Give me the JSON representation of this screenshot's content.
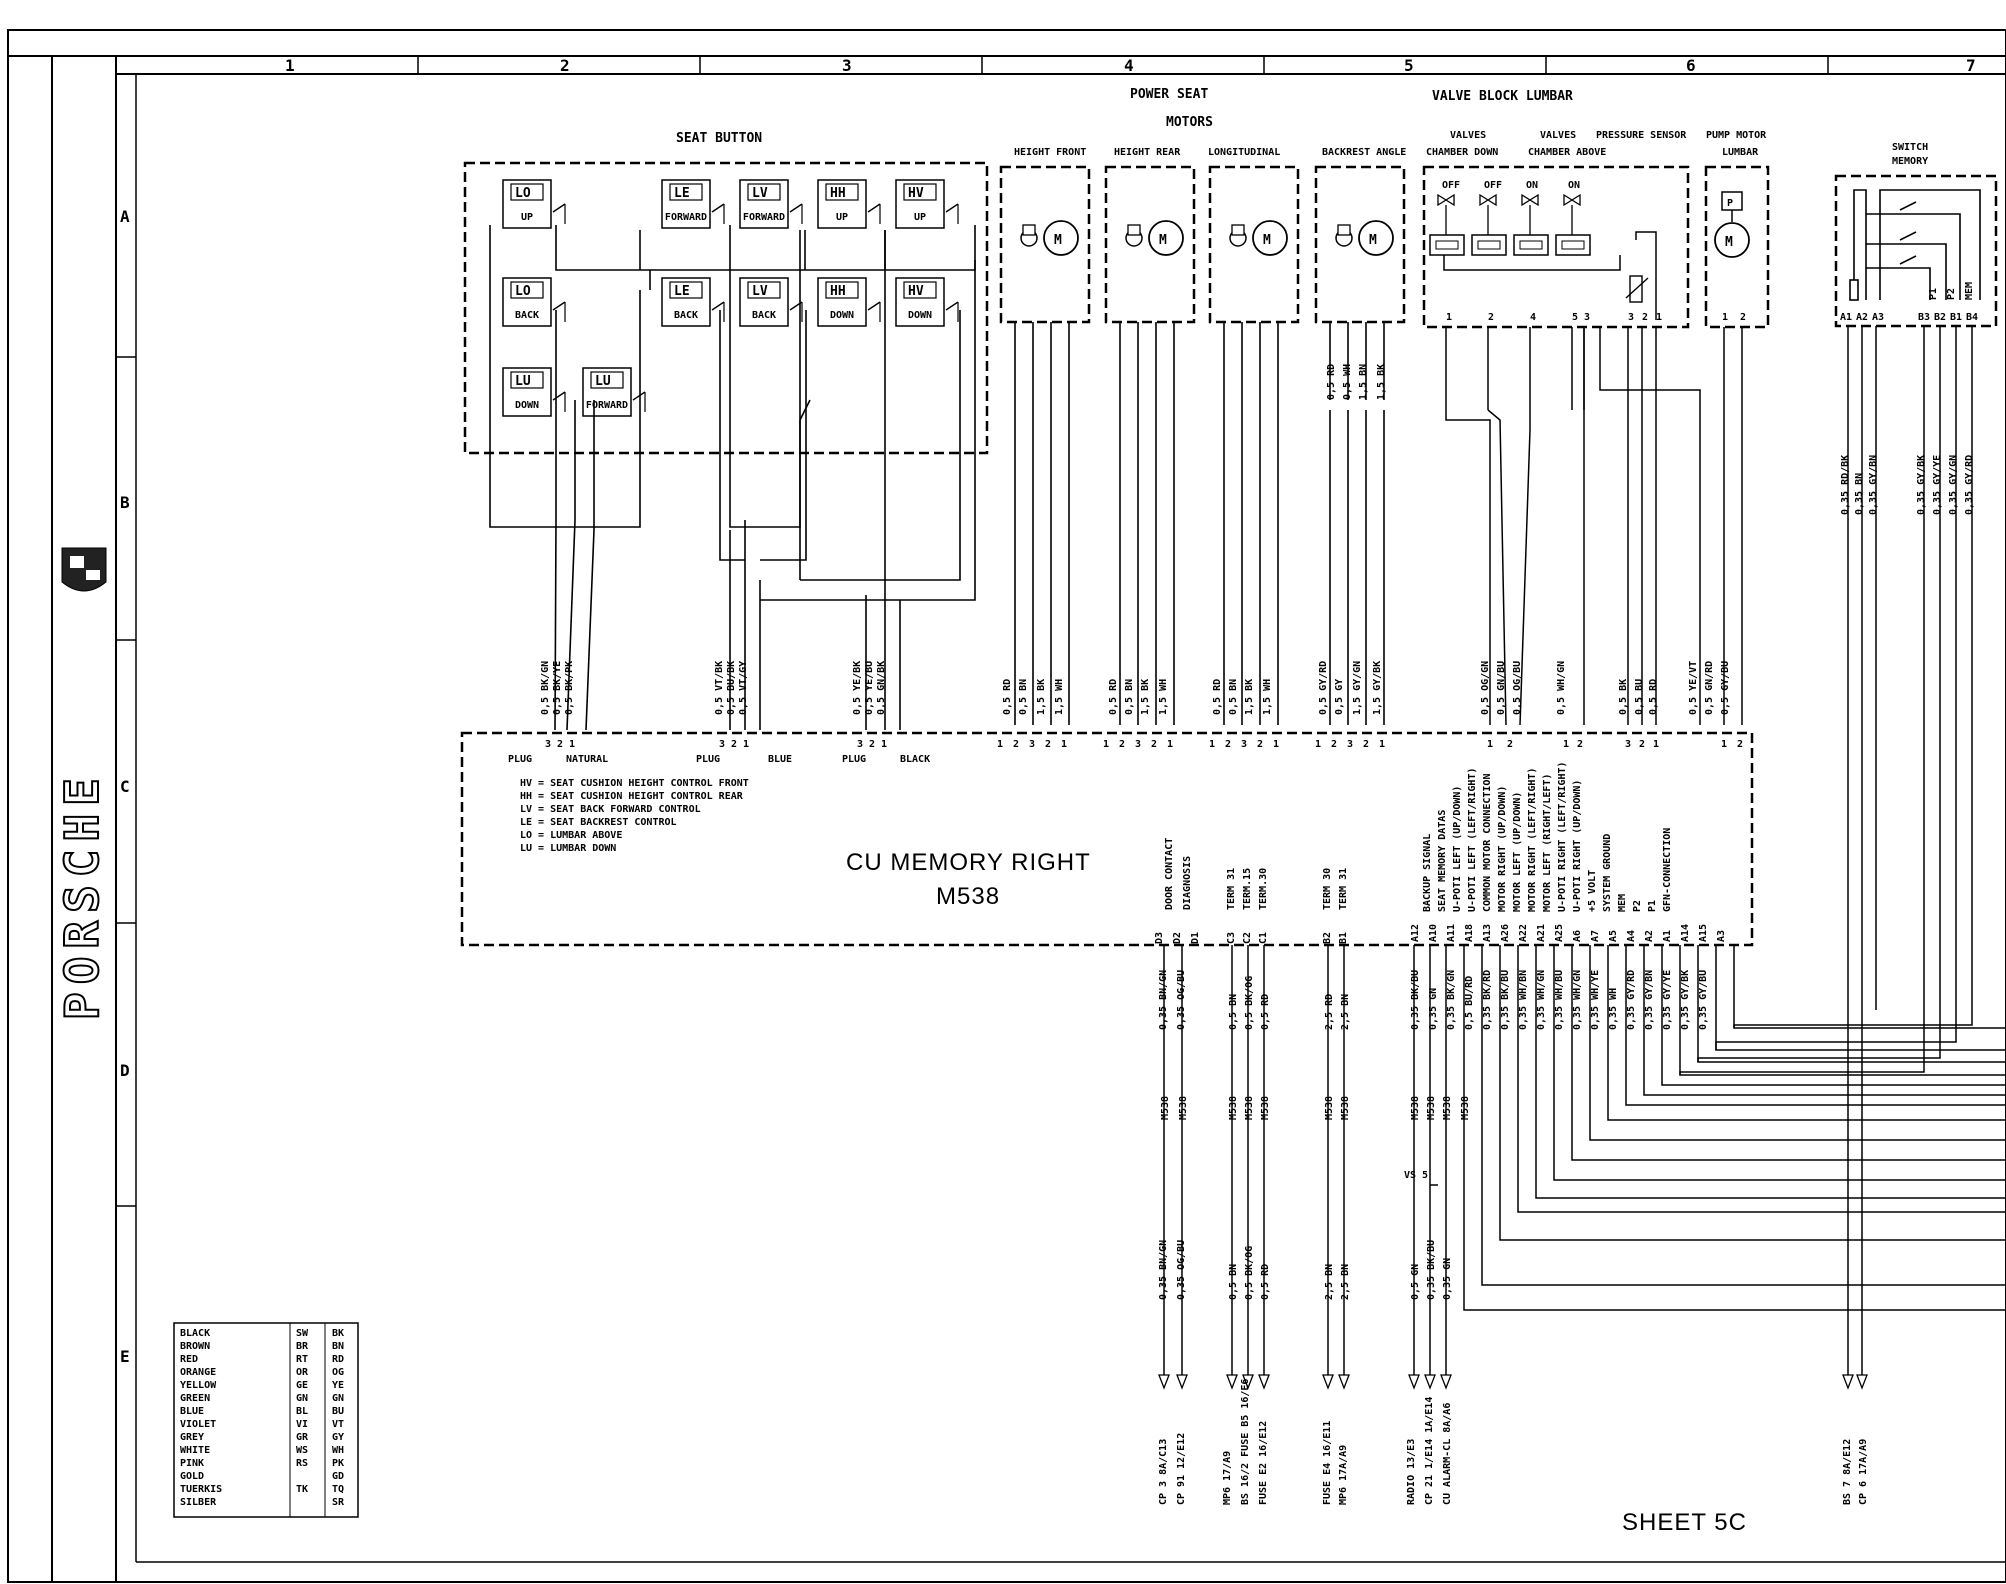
{
  "sheet": "SHEET 5C",
  "brand": "PORSCHE",
  "grid_columns": [
    "1",
    "2",
    "3",
    "4",
    "5",
    "6",
    "7"
  ],
  "grid_rows": [
    "A",
    "B",
    "C",
    "D",
    "E"
  ],
  "section_titles": {
    "seat_button": "SEAT BUTTON",
    "power_seat_1": "POWER SEAT",
    "power_seat_2": "MOTORS",
    "valve_block": "VALVE BLOCK LUMBAR",
    "valves_1": "VALVES",
    "valves_2": "VALVES",
    "pressure_sensor": "PRESSURE SENSOR",
    "pump_motor": "PUMP MOTOR",
    "lumbar": "LUMBAR",
    "switch": "SWITCH",
    "memory": "MEMORY"
  },
  "motor_labels": {
    "height_front": "HEIGHT FRONT",
    "height_rear": "HEIGHT REAR",
    "longitudinal": "LONGITUDINAL",
    "backrest": "BACKREST ANGLE",
    "chamber_down": "CHAMBER DOWN",
    "chamber_above": "CHAMBER ABOVE"
  },
  "valve_states": [
    "OFF",
    "OFF",
    "ON",
    "ON"
  ],
  "buttons": [
    {
      "code": "LO",
      "sub": "UP"
    },
    {
      "code": "LE",
      "sub": "FORWARD"
    },
    {
      "code": "LV",
      "sub": "FORWARD"
    },
    {
      "code": "HH",
      "sub": "UP"
    },
    {
      "code": "HV",
      "sub": "UP"
    },
    {
      "code": "LO",
      "sub": "BACK"
    },
    {
      "code": "LE",
      "sub": "BACK"
    },
    {
      "code": "LV",
      "sub": "BACK"
    },
    {
      "code": "HH",
      "sub": "DOWN"
    },
    {
      "code": "HV",
      "sub": "DOWN"
    },
    {
      "code": "LU",
      "sub": "DOWN"
    },
    {
      "code": "LU",
      "sub": "FORWARD"
    }
  ],
  "motor_symbol": "M",
  "pump_p": "P",
  "cu": {
    "title": "CU MEMORY RIGHT",
    "code": "M538"
  },
  "plugs": [
    {
      "label": "PLUG",
      "color": "NATURAL"
    },
    {
      "label": "PLUG",
      "color": "BLUE"
    },
    {
      "label": "PLUG",
      "color": "BLACK"
    }
  ],
  "legend_abbr": [
    "HV = SEAT CUSHION HEIGHT CONTROL FRONT",
    "HH = SEAT CUSHION HEIGHT CONTROL REAR",
    "LV = SEAT BACK FORWARD CONTROL",
    "LE = SEAT BACKREST CONTROL",
    "LO = LUMBAR ABOVE",
    "LU = LUMBAR DOWN"
  ],
  "upper_wires": {
    "seat_natural": [
      "0,5 BK/GN",
      "0,5 BK/YE",
      "0,5 BK/PK"
    ],
    "seat_blue": [
      "0,5 VT/BK",
      "0,5 BU/BK",
      "0,5 VT/GY"
    ],
    "seat_black": [
      "0,5 YE/BK",
      "0,5 YE/BU",
      "0,5 GN/BK"
    ],
    "height_front": [
      "0,5 RD",
      "0,5 BN",
      "1,5 BK",
      "1,5 WH"
    ],
    "height_rear": [
      "0,5 RD",
      "0,5 BN",
      "1,5 BK",
      "1,5 WH"
    ],
    "longitudinal": [
      "0,5 RD",
      "0,5 BN",
      "1,5 BK",
      "1,5 WH"
    ],
    "backrest": [
      "0,5 GY/RD",
      "0,5 GY",
      "1,5 GY/GN",
      "1,5 GY/BK"
    ],
    "backrest_top": [
      "0,5 RD",
      "0,5 WH",
      "1,5 BN",
      "1,5 BK"
    ],
    "valves": [
      "0,5 OG/GN",
      "0,5 GN/BU",
      "0,5 OG/BU"
    ],
    "valve_wh": [
      "0,5 WH/GN"
    ],
    "sensor": [
      "0,5 BK",
      "0,5 BU",
      "0,5 RD"
    ],
    "pump": [
      "0,5 YE/VT",
      "0,5 GN/RD",
      "0,5 GY/BU"
    ],
    "switch": [
      "0,35 RD/BK",
      "0,35 BN",
      "0,35 GY/BN",
      "0,35 GY/BK",
      "0,35 GY/YE",
      "0,35 GY/GN",
      "0,35 GY/RD"
    ]
  },
  "pin_sets": {
    "p321": [
      "3",
      "2",
      "1"
    ],
    "p1232": [
      "1",
      "2",
      "3",
      "2",
      "1"
    ],
    "p1221": [
      "1",
      "2",
      "2",
      "1"
    ],
    "p12": [
      "1",
      "2"
    ],
    "valve_pins": [
      "1",
      "2",
      "4",
      "5",
      "3"
    ],
    "sensor_pins": [
      "3",
      "2",
      "1"
    ],
    "pump_pins": [
      "1",
      "2"
    ],
    "switch_pins": [
      "A1",
      "A2",
      "A3",
      "B3",
      "B2",
      "B1",
      "B4"
    ]
  },
  "switch_items": [
    "P1",
    "P2",
    "MEM"
  ],
  "cu_signals_right": [
    "BACKUP SIGNAL",
    "SEAT MEMORY DATAS",
    "U-POTI LEFT (UP/DOWN)",
    "U-POTI LEFT (LEFT/RIGHT)",
    "COMMON MOTOR CONNECTION",
    "MOTOR RIGHT (UP/DOWN)",
    "MOTOR LEFT (UP/DOWN)",
    "MOTOR RIGHT (LEFT/RIGHT)",
    "MOTOR LEFT (RIGHT/LEFT)",
    "U-POTI RIGHT (LEFT/RIGHT)",
    "U-POTI RIGHT (UP/DOWN)",
    "+5 VOLT",
    "SYSTEM GROUND",
    "MEM",
    "P2",
    "P1",
    "GFN-CONNECTION"
  ],
  "cu_pins_right": [
    "A12",
    "A10",
    "A11",
    "A18",
    "A13",
    "A26",
    "A22",
    "A21",
    "A25",
    "A6",
    "A7",
    "A5",
    "A4",
    "A2",
    "A1",
    "A14",
    "A15",
    "A3"
  ],
  "cu_signals_left": {
    "door": [
      "DOOR CONTACT",
      "DIAGNOSIS"
    ],
    "term": [
      "TERM 31",
      "TERM.15",
      "TERM.30"
    ],
    "term2": [
      "TERM 30",
      "TERM 31"
    ]
  },
  "cu_pins_left": {
    "d": [
      "D3",
      "D2",
      "D1"
    ],
    "c": [
      "C3",
      "C2",
      "C1"
    ],
    "b": [
      "B2",
      "B1"
    ]
  },
  "lower_wires": {
    "d": [
      "0,35 BN/GN",
      "0,35 OG/BU"
    ],
    "c": [
      "0,5 BN",
      "0,5 BK/OG",
      "0,5 RD"
    ],
    "b": [
      "2,5 RD",
      "2,5 BN"
    ],
    "a": [
      "0,35 BK/BU",
      "0,35 GN",
      "0,35 BK/GN",
      "0,5 BU/RD",
      "0,35 BK/RD",
      "0,35 BK/BU",
      "0,35 WH/BN",
      "0,35 WH/GN",
      "0,35 WH/BU",
      "0,35 WH/GN",
      "0,35 WH/YE",
      "0,35 WH",
      "0,35 GY/RD",
      "0,35 GY/BN",
      "0,35 GY/YE",
      "0,35 GY/BK",
      "0,35 GY/BU"
    ]
  },
  "m538_tags": [
    "M538",
    "M538",
    "M538",
    "M538",
    "M538",
    "M538",
    "M538",
    "M538",
    "M538",
    "M538",
    "M538"
  ],
  "vs5": "VS 5",
  "bottom_wires": {
    "d": [
      "0,35 BN/GN",
      "0,35 OG/BU"
    ],
    "c": [
      "0,5 BN",
      "0,5 BK/OG",
      "0,5 RD"
    ],
    "b": [
      "2,5 BN",
      "2,5 BN"
    ],
    "a": [
      "0,5 GN",
      "0,35 BK/BU",
      "0,35 GN"
    ]
  },
  "destinations": {
    "g1": [
      "CP 3  8A/C13",
      "CP 91  12/E12"
    ],
    "g2": [
      "MP6  17/A9",
      "BS 16/2 FUSE B5 16/E6",
      "FUSE E2  16/E12"
    ],
    "g3": [
      "FUSE E4  16/E11",
      "MP6  17A/A9"
    ],
    "g4": [
      "RADIO  13/E3",
      "CP 21  1/E14 1A/E14",
      "CU ALARM-CL  8A/A6"
    ],
    "g5": [
      "BS 7  8A/E12",
      "CP 6  17A/A9"
    ]
  },
  "color_legend": [
    [
      "BLACK",
      "SW",
      "BK"
    ],
    [
      "BROWN",
      "BR",
      "BN"
    ],
    [
      "RED",
      "RT",
      "RD"
    ],
    [
      "ORANGE",
      "OR",
      "OG"
    ],
    [
      "YELLOW",
      "GE",
      "YE"
    ],
    [
      "GREEN",
      "GN",
      "GN"
    ],
    [
      "BLUE",
      "BL",
      "BU"
    ],
    [
      "VIOLET",
      "VI",
      "VT"
    ],
    [
      "GREY",
      "GR",
      "GY"
    ],
    [
      "WHITE",
      "WS",
      "WH"
    ],
    [
      "PINK",
      "RS",
      "PK"
    ],
    [
      "GOLD",
      "",
      "GD"
    ],
    [
      "TUERKIS",
      "TK",
      "TQ"
    ],
    [
      "SILBER",
      "",
      "SR"
    ]
  ]
}
